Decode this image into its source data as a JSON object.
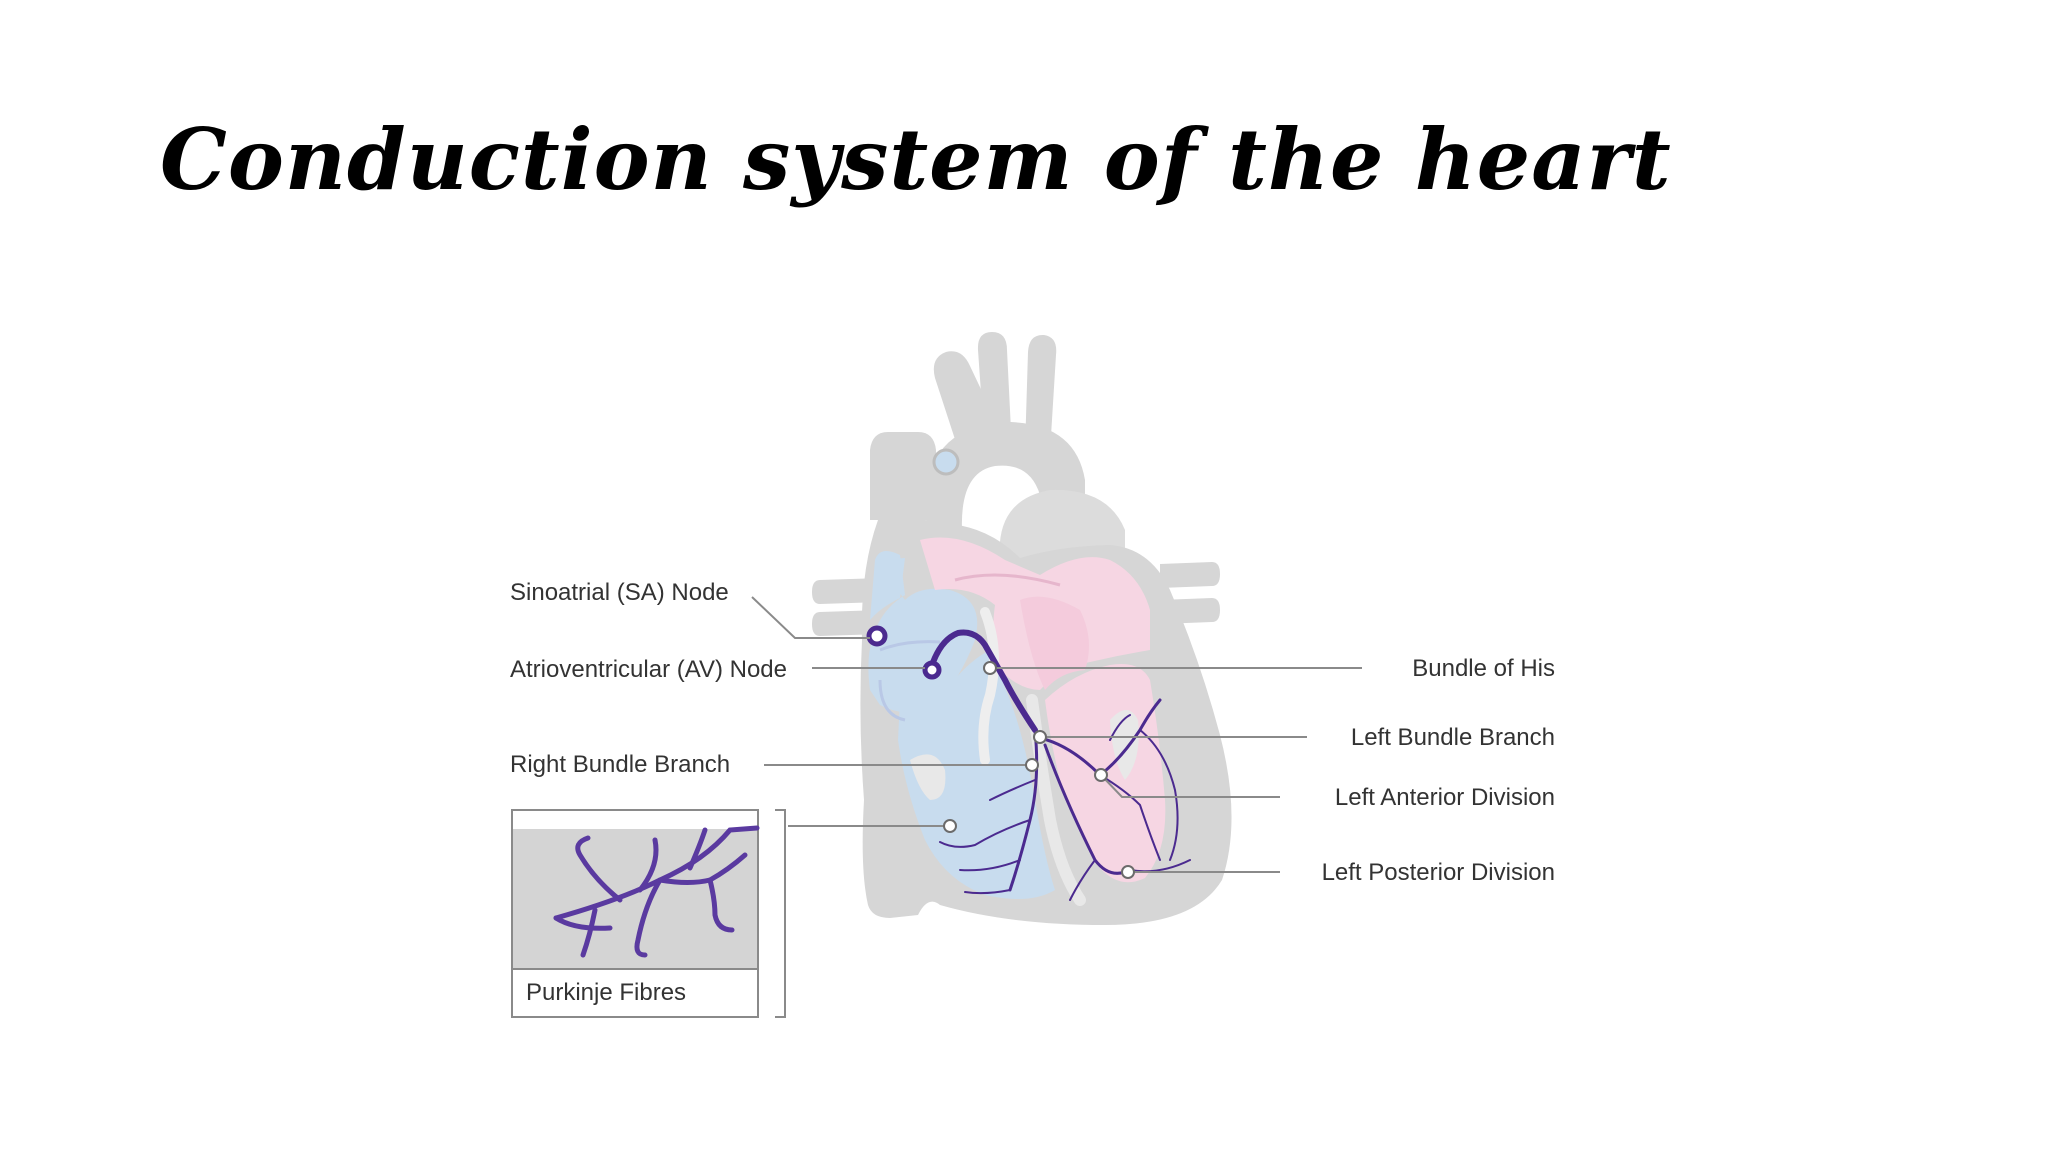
{
  "slide": {
    "title": "Conduction system of the heart"
  },
  "diagram": {
    "labels": {
      "sa_node": "Sinoatrial (SA) Node",
      "av_node": "Atrioventricular (AV) Node",
      "right_bundle_branch": "Right Bundle Branch",
      "bundle_of_his": "Bundle of His",
      "left_bundle_branch": "Left Bundle Branch",
      "left_anterior_division": "Left Anterior Division",
      "left_posterior_division": "Left Posterior Division",
      "purkinje_fibres": "Purkinje Fibres"
    },
    "colors": {
      "heart_wall": "#d6d6d6",
      "right_heart_chambers": "#c8dcee",
      "left_heart_chambers": "#f6d6e3",
      "conduction_pathway": "#4b2a8f",
      "leader_lines": "#8a8a8a",
      "label_text": "#333333"
    }
  }
}
